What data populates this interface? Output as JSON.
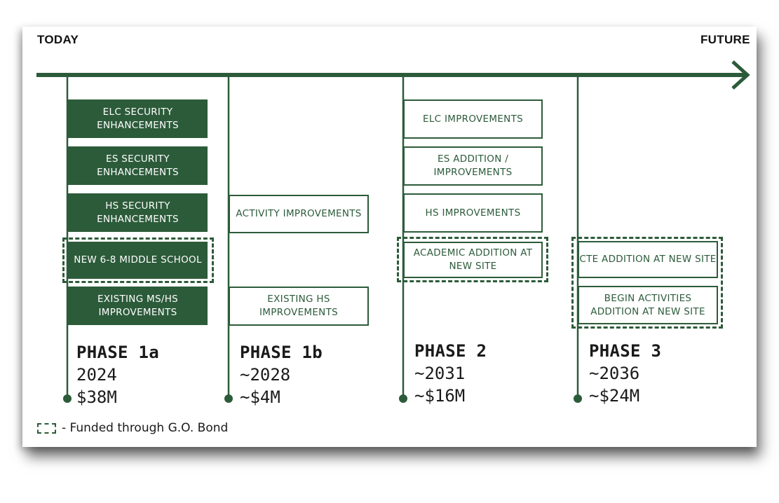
{
  "timeline": {
    "start_label": "TODAY",
    "end_label": "FUTURE"
  },
  "colors": {
    "accent": "#2c5b3a",
    "text": "#1a1a1a",
    "background": "#ffffff"
  },
  "phases": [
    {
      "name": "PHASE 1a",
      "year": "2024",
      "cost": "$38M",
      "items": [
        {
          "label": "ELC SECURITY\nENHANCEMENTS",
          "style": "filled",
          "go_bond": false
        },
        {
          "label": "ES SECURITY\nENHANCEMENTS",
          "style": "filled",
          "go_bond": false
        },
        {
          "label": "HS SECURITY\nENHANCEMENTS",
          "style": "filled",
          "go_bond": false
        },
        {
          "label": "NEW 6-8 MIDDLE SCHOOL",
          "style": "filled",
          "go_bond": true
        },
        {
          "label": "EXISTING MS/HS\nIMPROVEMENTS",
          "style": "filled",
          "go_bond": false
        }
      ]
    },
    {
      "name": "PHASE 1b",
      "year": "~2028",
      "cost": "~$4M",
      "items": [
        {
          "label": "ACTIVITY IMPROVEMENTS",
          "style": "outline",
          "go_bond": false
        },
        {
          "label": "EXISTING HS\nIMPROVEMENTS",
          "style": "outline",
          "go_bond": false
        }
      ]
    },
    {
      "name": "PHASE 2",
      "year": "~2031",
      "cost": "~$16M",
      "items": [
        {
          "label": "ELC IMPROVEMENTS",
          "style": "outline",
          "go_bond": false
        },
        {
          "label": "ES ADDITION /\nIMPROVEMENTS",
          "style": "outline",
          "go_bond": false
        },
        {
          "label": "HS IMPROVEMENTS",
          "style": "outline",
          "go_bond": false
        },
        {
          "label": "ACADEMIC ADDITION AT\nNEW SITE",
          "style": "outline",
          "go_bond": true
        }
      ]
    },
    {
      "name": "PHASE 3",
      "year": "~2036",
      "cost": "~$24M",
      "items": [
        {
          "label": "CTE ADDITION AT NEW SITE",
          "style": "outline",
          "go_bond": true
        },
        {
          "label": "BEGIN ACTIVITIES\nADDITION AT NEW SITE",
          "style": "outline",
          "go_bond": true
        }
      ]
    }
  ],
  "legend": {
    "text": "- Funded through G.O. Bond"
  }
}
